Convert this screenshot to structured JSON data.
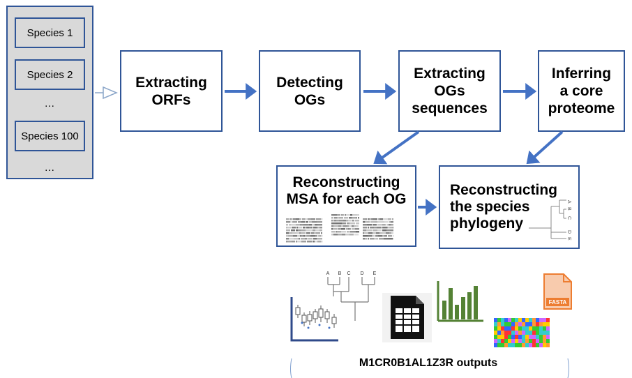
{
  "species": {
    "items": [
      "Species 1",
      "Species 2",
      "…",
      "Species 100",
      "…"
    ]
  },
  "steps": {
    "extract_orfs": "Extracting ORFs",
    "detect_ogs": "Detecting OGs",
    "extract_og_seqs": "Extracting OGs sequences",
    "core_proteome": "Inferring a core proteome",
    "msa": "Reconstructing MSA for each OG",
    "phylogeny": "Reconstructing the species phylogeny"
  },
  "tree_leaves": [
    "A",
    "B",
    "C",
    "D",
    "E"
  ],
  "outputs": {
    "label": "M1CR0B1AL1Z3R outputs",
    "tree_labels": [
      "A",
      "B",
      "C",
      "D",
      "E"
    ],
    "fasta_label": "FASTA"
  },
  "colors": {
    "box_border": "#2f5597",
    "arrow": "#4472c4",
    "panel_bg": "#d9d9d9",
    "bar_green": "#548235",
    "fasta_orange": "#ed7d31"
  }
}
